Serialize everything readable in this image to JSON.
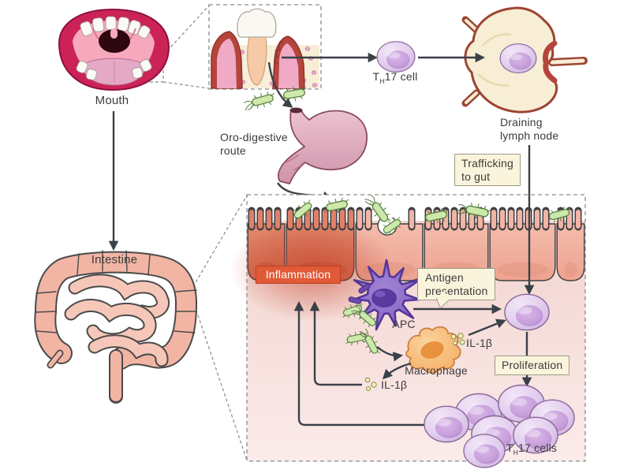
{
  "labels": {
    "mouth": "Mouth",
    "intestine": "Intestine",
    "oro_digestive": {
      "line1": "Oro-digestive",
      "line2": "route"
    },
    "draining_lymph_node": {
      "line1": "Draining",
      "line2": "lymph node"
    },
    "trafficking": {
      "line1": "Trafficking",
      "line2": "to gut"
    },
    "inflammation": "Inflammation",
    "antigen": {
      "line1": "Antigen",
      "line2": "presentation"
    },
    "apc": "APC",
    "macrophage": "Macrophage",
    "il1b_upper": "IL-1β",
    "il1b_lower": "IL-1β",
    "proliferation": "Proliferation",
    "th17_cell": {
      "pre": "T",
      "sub": "H",
      "post": "17 cell"
    },
    "th17_cells": {
      "pre": "T",
      "sub": "H",
      "post": "17 cells"
    }
  },
  "colors": {
    "arrow": "#3a4148",
    "dashed": "#8a8a8a",
    "text": "#3b3b3b",
    "bacteria_fill": "#cde8ab",
    "bacteria_stroke": "#567d3e",
    "label_box_bg": "#faf4dc",
    "label_box_border": "#9b9b85",
    "inflammation_bg": "#e05a38",
    "inflammation_border": "#bc4226",
    "lymphocyte_fill": "#dcc0ea",
    "lymphocyte_nucleus": "#bb93d2",
    "epithelium_normal": "#f0b0a0",
    "epithelium_inflamed": "#d96b50",
    "apc_fill": "#8f6cc8",
    "macrophage_fill": "#f5b26c",
    "lymph_node_fill": "#f8eed6",
    "lymph_node_border": "#9c4432",
    "stomach_fill": "#d9a4b6",
    "intestine_fill": "#f2b5a4",
    "lips_fill": "#cc2357"
  }
}
